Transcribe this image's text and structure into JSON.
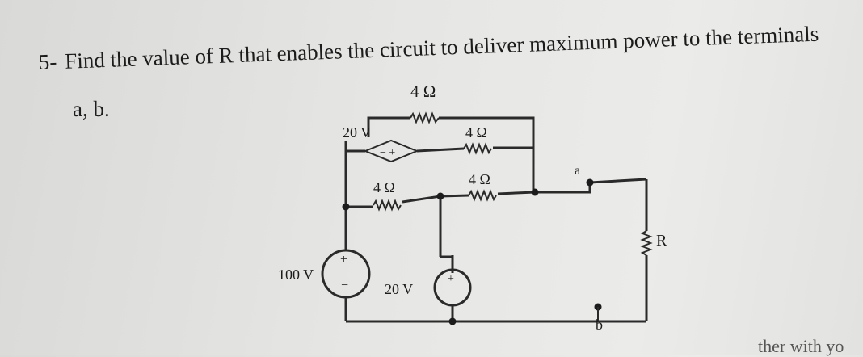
{
  "question": {
    "number": "5-",
    "text_line1": "Find the value of R that enables the circuit to deliver maximum power to the terminals",
    "text_line2": "a, b."
  },
  "circuit": {
    "top_resistor": "4 Ω",
    "dep_source_label": "20 V",
    "dep_source_signs": "− +",
    "upper_right_resistor": "4 Ω",
    "mid_left_resistor": "4 Ω",
    "mid_right_resistor": "4 Ω",
    "left_source": "100 V",
    "bottom_source": "20 V",
    "terminal_a": "a",
    "terminal_b": "b",
    "load_resistor": "R",
    "plus": "+",
    "minus": "−"
  },
  "cutoff_text": "ther with yo"
}
